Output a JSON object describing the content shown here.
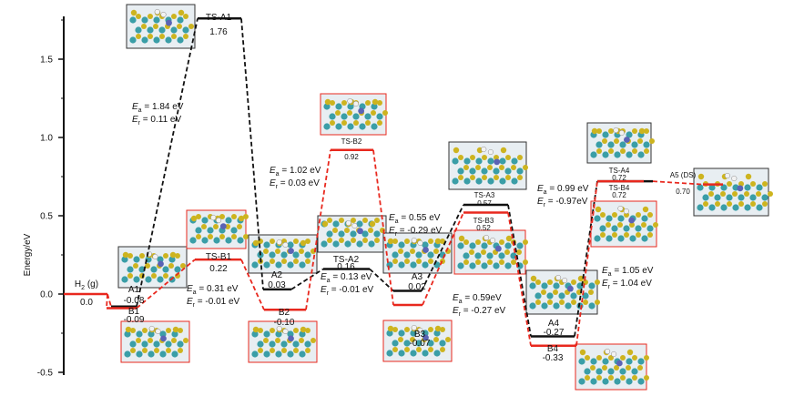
{
  "chart_data": {
    "type": "energy-profile",
    "ylabel": "Energy/eV",
    "ylim": [
      -0.5,
      1.8
    ],
    "yticks": [
      "-0.5",
      "0.0",
      "0.5",
      "1.0",
      "1.5"
    ],
    "start": {
      "name": "H2 (g)",
      "value": 0.0,
      "value_label": "0.0"
    },
    "series": [
      {
        "name": "A",
        "color": "#111111",
        "states": [
          {
            "name": "A1",
            "value": -0.08,
            "value_label": "-0.08"
          },
          {
            "name": "TS-A1",
            "value": 1.76,
            "value_label": "1.76"
          },
          {
            "name": "A2",
            "value": 0.03,
            "value_label": "0.03"
          },
          {
            "name": "TS-A2",
            "value": 0.16,
            "value_label": "0.16"
          },
          {
            "name": "A3",
            "value": 0.02,
            "value_label": "0.02"
          },
          {
            "name": "TS-A3",
            "value": 0.57,
            "value_label": "0.57"
          },
          {
            "name": "A4",
            "value": -0.27,
            "value_label": "-0.27"
          },
          {
            "name": "TS-A4",
            "value": 0.72,
            "value_label": "0.72"
          },
          {
            "name": "A5 (DS)",
            "value": 0.7,
            "value_label": "0.70"
          }
        ]
      },
      {
        "name": "B",
        "color": "#e8281e",
        "states": [
          {
            "name": "B1",
            "value": -0.09,
            "value_label": "-0.09"
          },
          {
            "name": "TS-B1",
            "value": 0.22,
            "value_label": "0.22"
          },
          {
            "name": "B2",
            "value": -0.1,
            "value_label": "-0.10"
          },
          {
            "name": "TS-B2",
            "value": 0.92,
            "value_label": "0.92"
          },
          {
            "name": "B3",
            "value": -0.07,
            "value_label": "-0.07"
          },
          {
            "name": "TS-B3",
            "value": 0.52,
            "value_label": "0.52"
          },
          {
            "name": "B4",
            "value": -0.33,
            "value_label": "-0.33"
          },
          {
            "name": "TS-B4",
            "value": 0.72,
            "value_label": "0.72"
          }
        ]
      }
    ],
    "annotations": [
      {
        "ea": "1.84 eV",
        "er": "0.11 eV"
      },
      {
        "ea": "0.31 eV",
        "er": "-0.01 eV"
      },
      {
        "ea": "1.02 eV",
        "er": "0.03 eV"
      },
      {
        "ea": "0.13 eV",
        "er": "-0.01 eV"
      },
      {
        "ea": "0.55 eV",
        "er": "-0.29 eV"
      },
      {
        "ea": "0.59eV",
        "er": "-0.27 eV"
      },
      {
        "ea": "0.99 eV",
        "er": "-0.97eV"
      },
      {
        "ea": "1.05 eV",
        "er": "1.04 eV"
      }
    ],
    "annotation_labels": {
      "activation": "E",
      "activation_sub": "a",
      "reaction": "E",
      "reaction_sub": "r",
      "sep": " = "
    },
    "colors": {
      "path_a": "#111111",
      "path_b": "#e8281e",
      "frame_a": "#333333",
      "frame_b": "#e8281e",
      "atom_teal": "#3a9ea7",
      "atom_yellow": "#cdb41f",
      "atom_blue": "#5b63b5"
    }
  }
}
